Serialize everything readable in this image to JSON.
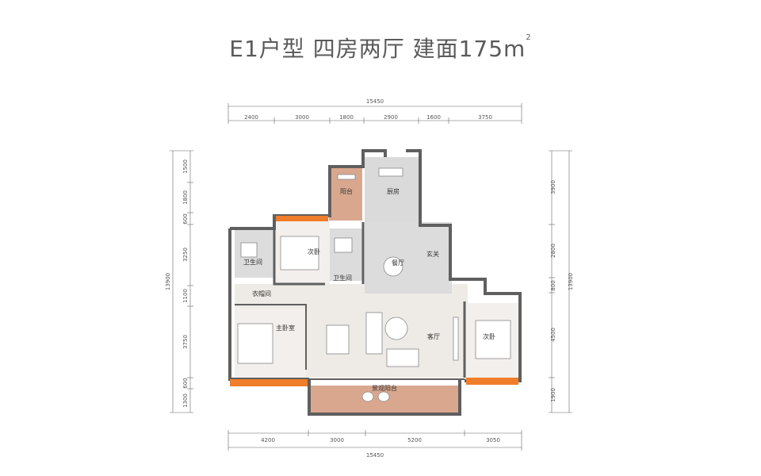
{
  "title": {
    "text": "E1户型  四房两厅  建面175m",
    "unit_sup": "2"
  },
  "dimensions": {
    "top_total": "15450",
    "top": [
      "2400",
      "3000",
      "1800",
      "2900",
      "1600",
      "3750"
    ],
    "bottom": [
      "4200",
      "3000",
      "5200",
      "3050"
    ],
    "bottom_total": "15450",
    "left_total": "13900",
    "left": [
      "1500",
      "1800",
      "600",
      "3250",
      "1100",
      "3750",
      "600",
      "1300"
    ],
    "right_total": "13900",
    "right": [
      "3900",
      "2800",
      "800",
      "4500",
      "1900"
    ]
  },
  "rooms": {
    "balcony_small": "阳台",
    "kitchen": "厨房",
    "bathroom_left": "卫生间",
    "bedroom_top": "次卧",
    "bathroom_mid": "卫生间",
    "dining": "餐厅",
    "foyer": "玄关",
    "closet": "衣帽间",
    "master_bedroom": "主卧室",
    "living": "客厅",
    "bedroom_right": "次卧",
    "balcony_main": "景观阳台"
  },
  "colors": {
    "wall": "#5f5f5f",
    "floor_wood": "#f0ece8",
    "floor_stone": "#d9d9d9",
    "balcony_wood": "#d9a78e",
    "window_orange": "#f07d2a",
    "dim_line": "#666666"
  }
}
